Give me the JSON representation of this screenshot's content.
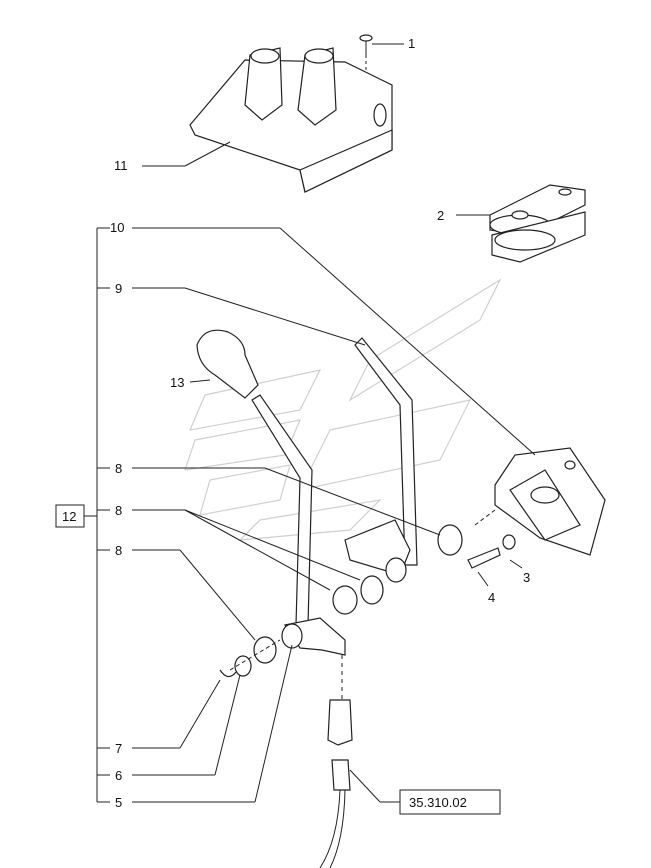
{
  "callouts": {
    "c1": "1",
    "c2": "2",
    "c3": "3",
    "c4": "4",
    "c5": "5",
    "c6": "6",
    "c7": "7",
    "c8a": "8",
    "c8b": "8",
    "c8c": "8",
    "c9": "9",
    "c10": "10",
    "c11": "11",
    "c12": "12",
    "c13": "13"
  },
  "reference": "35.310.02"
}
